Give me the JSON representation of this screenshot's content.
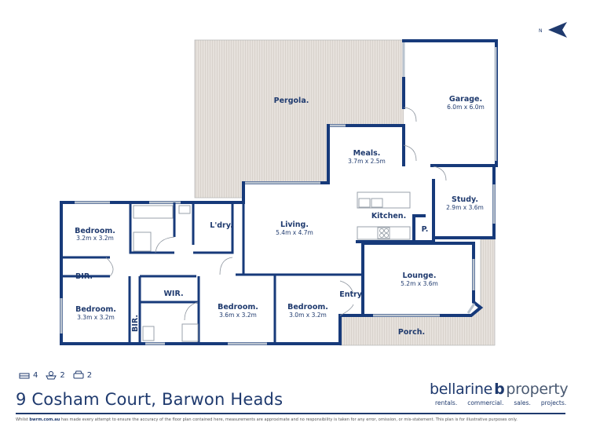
{
  "compass": {
    "label": "N"
  },
  "rooms": {
    "pergola": {
      "name": "Pergola."
    },
    "garage": {
      "name": "Garage.",
      "dims": "6.0m x 6.0m"
    },
    "meals": {
      "name": "Meals.",
      "dims": "3.7m x 2.5m"
    },
    "study": {
      "name": "Study.",
      "dims": "2.9m x 3.6m"
    },
    "kitchen": {
      "name": "Kitchen."
    },
    "pantry": {
      "name": "P."
    },
    "living": {
      "name": "Living.",
      "dims": "5.4m x 4.7m"
    },
    "laundry": {
      "name": "L'dry."
    },
    "bedroom1": {
      "name": "Bedroom.",
      "dims": "3.2m x 3.2m"
    },
    "bir1": {
      "name": "BIR."
    },
    "bedroom2": {
      "name": "Bedroom.",
      "dims": "3.3m x 3.2m"
    },
    "bir2": {
      "name": "BIR."
    },
    "wir": {
      "name": "WIR."
    },
    "bedroom3": {
      "name": "Bedroom.",
      "dims": "3.6m x 3.2m"
    },
    "bedroom4": {
      "name": "Bedroom.",
      "dims": "3.0m x 3.2m"
    },
    "entry": {
      "name": "Entry."
    },
    "lounge": {
      "name": "Lounge.",
      "dims": "5.2m x 3.6m"
    },
    "porch": {
      "name": "Porch."
    }
  },
  "features": {
    "bedrooms": "4",
    "bathrooms": "2",
    "car_spaces": "2",
    "bed_icon": "bed-icon",
    "bath_icon": "bath-icon",
    "car_icon": "car-icon"
  },
  "address": "9 Cosham Court, Barwon Heads",
  "brand": {
    "word1": "bellarine",
    "word2": "property",
    "tags": [
      "rentals.",
      "commercial.",
      "sales.",
      "projects."
    ]
  },
  "disclaimer": {
    "pre": "Whilst ",
    "site": "bwrm.com.au",
    "post": " has made every attempt to ensure the accuracy of the floor plan contained here, measurements are approximate and no responsibility is taken for any error, omission, or mis-statement. This plan is for illustrative purposes only."
  },
  "colors": {
    "wall": "#173a7a",
    "text": "#1f3a6e",
    "deck": "#e4dfda"
  }
}
